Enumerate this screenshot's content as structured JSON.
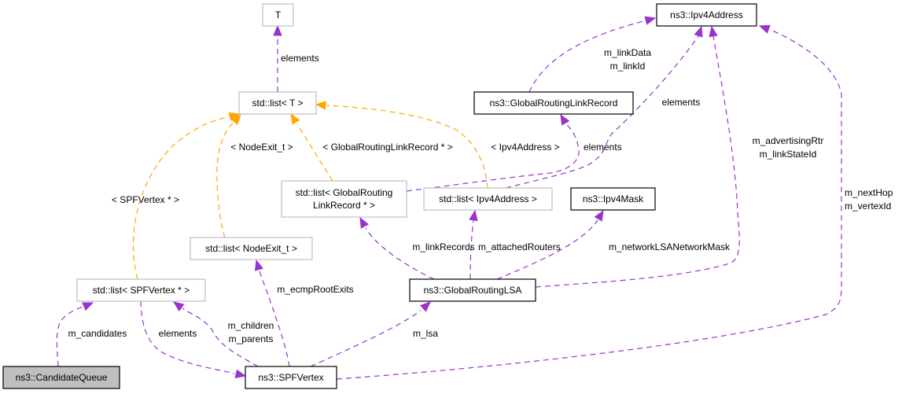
{
  "colors": {
    "member": "#9a32cd",
    "template": "#ffa500",
    "focus_fill": "#bfbfbf",
    "doc_border": "#000000",
    "undoc_border": "#bfbfbf"
  },
  "nodes": [
    {
      "id": "T",
      "lines": [
        "T"
      ],
      "kind": "undoc"
    },
    {
      "id": "list_T",
      "lines": [
        "std::list< T >"
      ],
      "kind": "undoc"
    },
    {
      "id": "ipv4addr",
      "lines": [
        "ns3::Ipv4Address"
      ],
      "kind": "doc"
    },
    {
      "id": "grlr",
      "lines": [
        "ns3::GlobalRoutingLinkRecord"
      ],
      "kind": "doc"
    },
    {
      "id": "list_grlr",
      "lines": [
        "std::list< GlobalRouting",
        "LinkRecord * >"
      ],
      "kind": "undoc"
    },
    {
      "id": "list_ipv4",
      "lines": [
        "std::list< Ipv4Address >"
      ],
      "kind": "undoc"
    },
    {
      "id": "ipv4mask",
      "lines": [
        "ns3::Ipv4Mask"
      ],
      "kind": "doc"
    },
    {
      "id": "list_nodeexit",
      "lines": [
        "std::list< NodeExit_t >"
      ],
      "kind": "undoc"
    },
    {
      "id": "list_spf",
      "lines": [
        "std::list< SPFVertex * >"
      ],
      "kind": "undoc"
    },
    {
      "id": "grlsa",
      "lines": [
        "ns3::GlobalRoutingLSA"
      ],
      "kind": "doc"
    },
    {
      "id": "candq",
      "lines": [
        "ns3::CandidateQueue"
      ],
      "kind": "focus"
    },
    {
      "id": "spfv",
      "lines": [
        "ns3::SPFVertex"
      ],
      "kind": "doc"
    }
  ],
  "edges": [
    {
      "id": "e-list_T-T",
      "from": "list_T",
      "to": "T",
      "type": "member",
      "label": [
        "elements"
      ]
    },
    {
      "id": "e-list_spf-list_T",
      "from": "list_spf",
      "to": "list_T",
      "type": "template",
      "label": [
        "< SPFVertex * >"
      ]
    },
    {
      "id": "e-list_nodeexit-list_T",
      "from": "list_nodeexit",
      "to": "list_T",
      "type": "template",
      "label": [
        "< NodeExit_t >"
      ]
    },
    {
      "id": "e-list_grlr-list_T",
      "from": "list_grlr",
      "to": "list_T",
      "type": "template",
      "label": [
        "< GlobalRoutingLinkRecord * >"
      ]
    },
    {
      "id": "e-list_ipv4-list_T",
      "from": "list_ipv4",
      "to": "list_T",
      "type": "template",
      "label": [
        "< Ipv4Address >"
      ]
    },
    {
      "id": "e-grlr-ipv4addr",
      "from": "grlr",
      "to": "ipv4addr",
      "type": "member",
      "label": [
        "m_linkData",
        "m_linkId"
      ]
    },
    {
      "id": "e-list_ipv4-ipv4addr",
      "from": "list_ipv4",
      "to": "ipv4addr",
      "type": "member",
      "label": [
        "elements"
      ]
    },
    {
      "id": "e-grlsa-ipv4addr",
      "from": "grlsa",
      "to": "ipv4addr",
      "type": "member",
      "label": [
        "m_advertisingRtr",
        "m_linkStateId"
      ]
    },
    {
      "id": "e-spfv-ipv4addr",
      "from": "spfv",
      "to": "ipv4addr",
      "type": "member",
      "label": [
        "m_nextHop",
        "m_vertexId"
      ]
    },
    {
      "id": "e-list_grlr-grlr",
      "from": "list_grlr",
      "to": "grlr",
      "type": "member",
      "label": [
        "elements"
      ]
    },
    {
      "id": "e-grlsa-list_grlr",
      "from": "grlsa",
      "to": "list_grlr",
      "type": "member",
      "label": [
        "m_linkRecords"
      ]
    },
    {
      "id": "e-grlsa-list_ipv4",
      "from": "grlsa",
      "to": "list_ipv4",
      "type": "member",
      "label": [
        "m_attachedRouters"
      ]
    },
    {
      "id": "e-grlsa-ipv4mask",
      "from": "grlsa",
      "to": "ipv4mask",
      "type": "member",
      "label": [
        "m_networkLSANetworkMask"
      ]
    },
    {
      "id": "e-spfv-list_nodeexit",
      "from": "spfv",
      "to": "list_nodeexit",
      "type": "member",
      "label": [
        "m_ecmpRootExits"
      ]
    },
    {
      "id": "e-spfv-list_spf",
      "from": "spfv",
      "to": "list_spf",
      "type": "member",
      "label": [
        "m_children",
        "m_parents"
      ]
    },
    {
      "id": "e-list_spf-spfv",
      "from": "list_spf",
      "to": "spfv",
      "type": "member",
      "label": [
        "elements"
      ]
    },
    {
      "id": "e-candq-list_spf",
      "from": "candq",
      "to": "list_spf",
      "type": "member",
      "label": [
        "m_candidates"
      ]
    },
    {
      "id": "e-spfv-grlsa",
      "from": "spfv",
      "to": "grlsa",
      "type": "member",
      "label": [
        "m_lsa"
      ]
    }
  ]
}
